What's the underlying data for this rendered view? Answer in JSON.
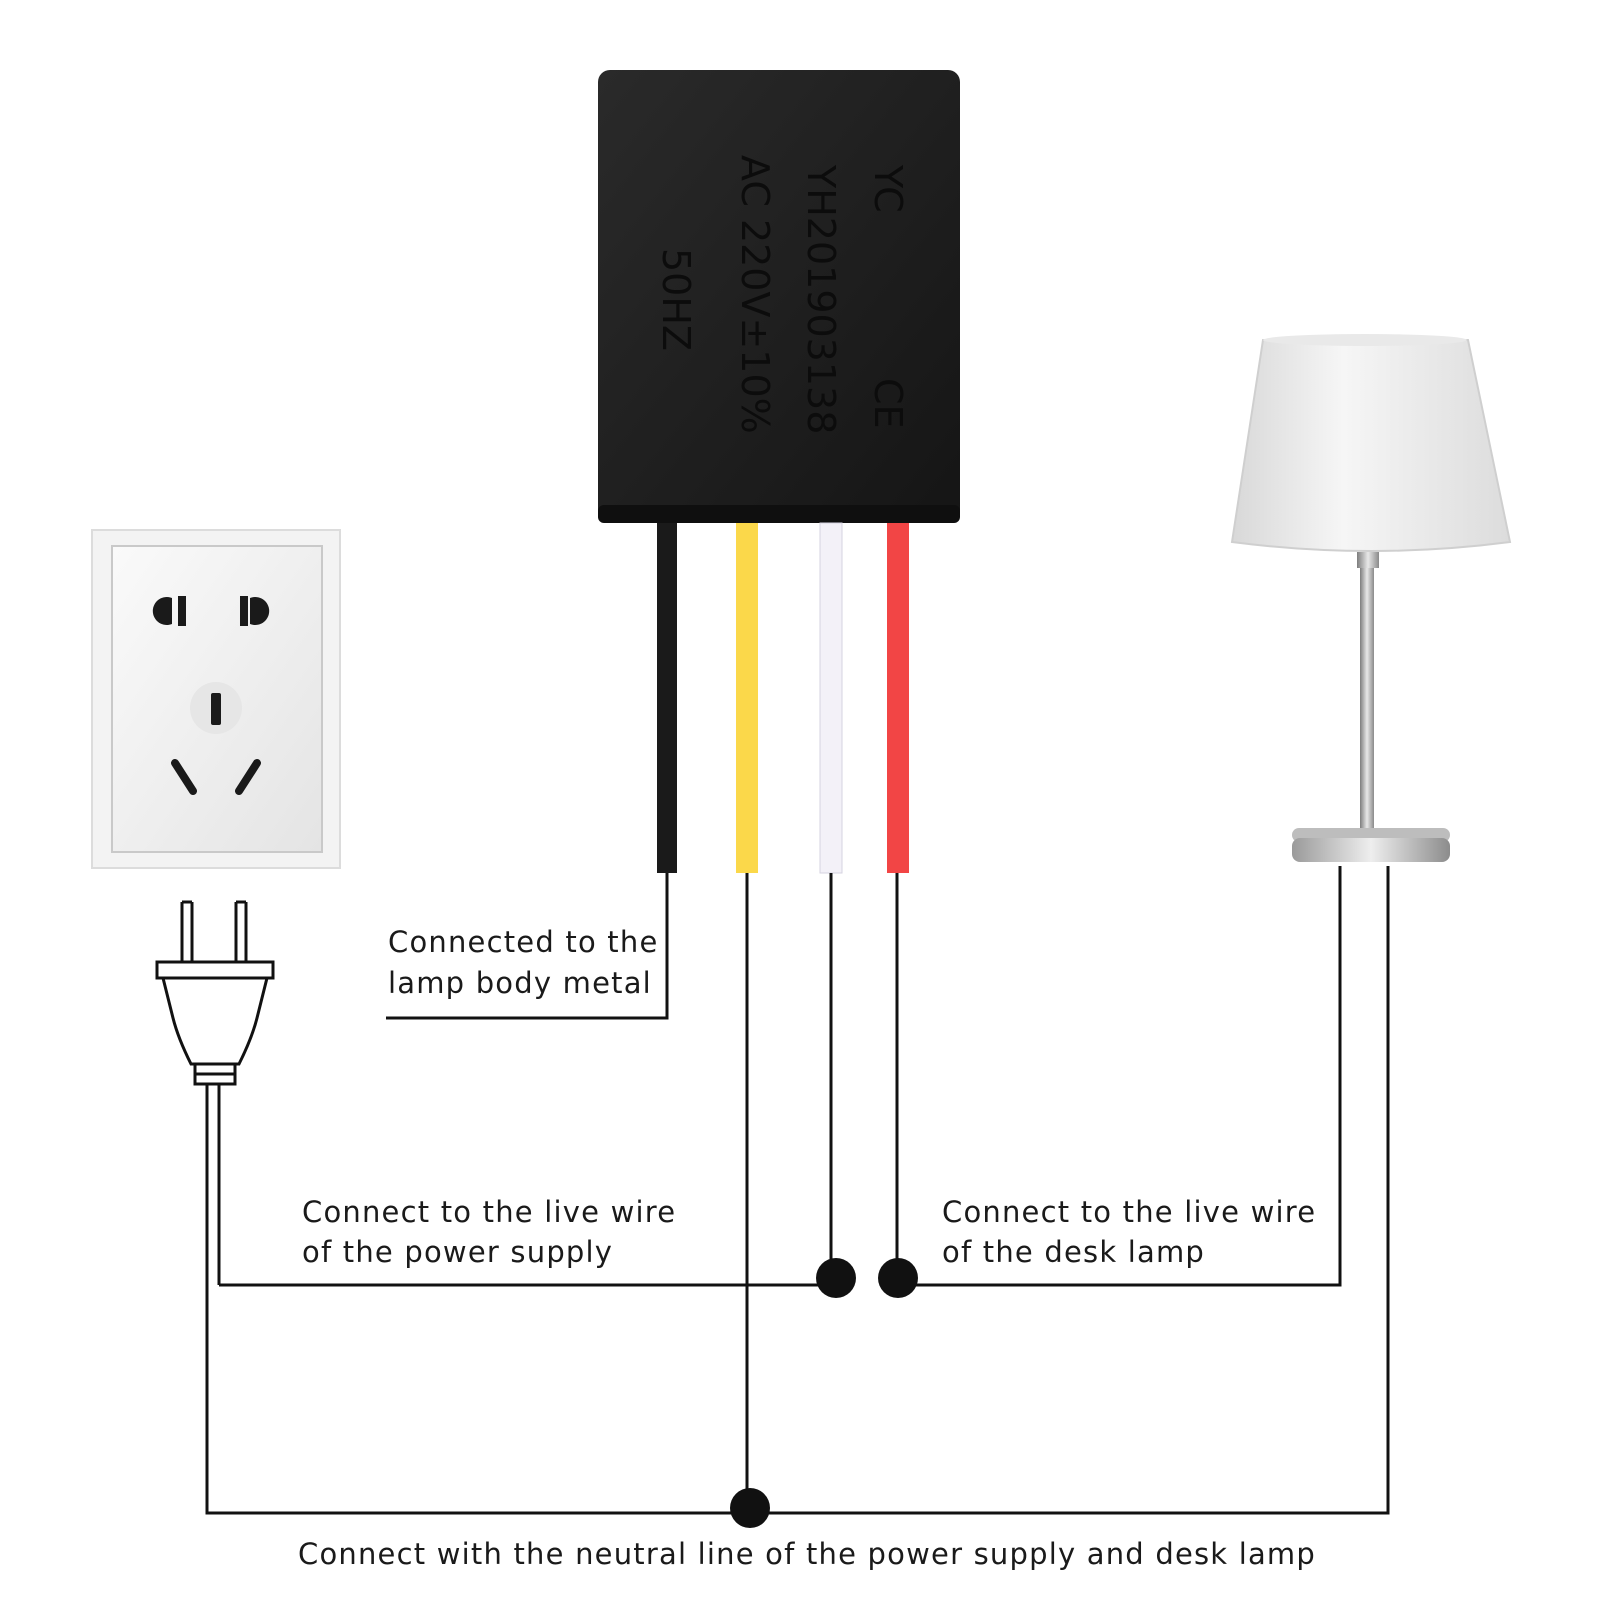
{
  "module": {
    "brand": "YC",
    "model": "YH201903138",
    "rating": "AC 220V±10%",
    "frequency": "50HZ",
    "mark": "CE",
    "wires": [
      "black",
      "yellow",
      "white",
      "red"
    ]
  },
  "labels": {
    "black_wire": [
      "Connected to the",
      "lamp body metal"
    ],
    "power_live": [
      "Connect to the live wire",
      "of the power supply"
    ],
    "lamp_live": [
      "Connect to the live wire",
      "of the desk lamp"
    ],
    "neutral": "Connect with the neutral line of the power supply and desk lamp"
  },
  "colors": {
    "module_body": "#1c1c1c",
    "wire_black": "#1a1a1a",
    "wire_yellow": "#fbd84a",
    "wire_white": "#f3f1f8",
    "wire_red": "#f24545",
    "line": "#111111"
  },
  "icons": {
    "outlet": "wall-socket-icon",
    "plug": "power-plug-icon",
    "lamp": "desk-lamp-icon"
  }
}
